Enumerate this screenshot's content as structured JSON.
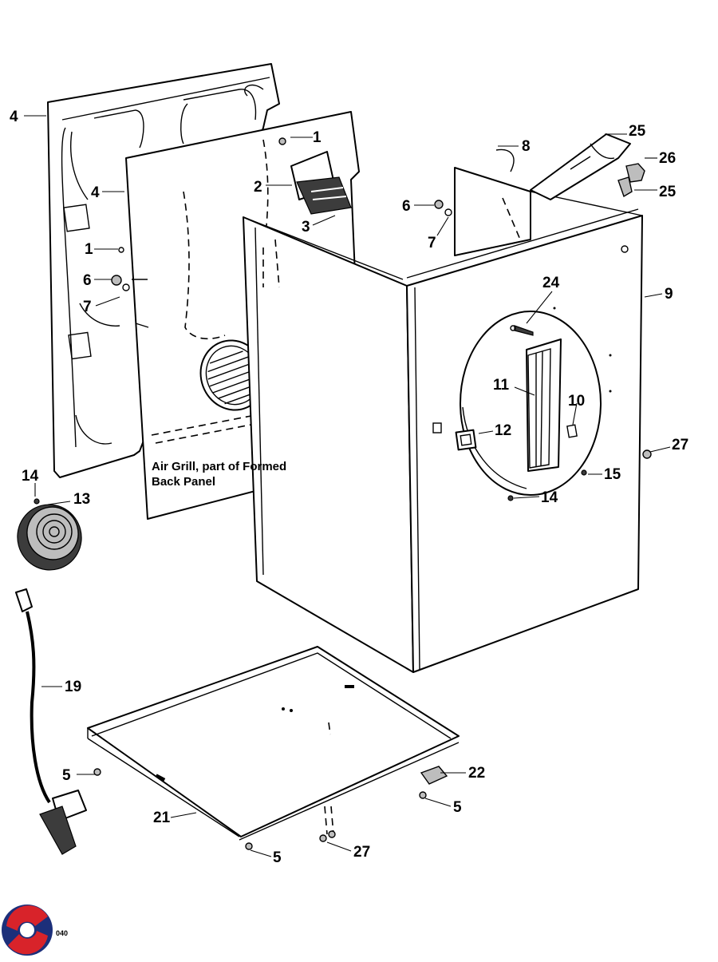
{
  "diagram": {
    "note_line1": "Air Grill, part  of Formed",
    "note_line2": "Back Panel",
    "footer_code": "040",
    "callouts": {
      "c4a": "4",
      "c4b": "4",
      "c1a": "1",
      "c1b": "1",
      "c2": "2",
      "c3": "3",
      "c6a": "6",
      "c7a": "7",
      "c6b": "6",
      "c7b": "7",
      "c8": "8",
      "c25a": "25",
      "c26": "26",
      "c25b": "25",
      "c9": "9",
      "c24": "24",
      "c11": "11",
      "c10": "10",
      "c12": "12",
      "c27a": "27",
      "c15": "15",
      "c14a": "14",
      "c14b": "14",
      "c13": "13",
      "c19": "19",
      "c22": "22",
      "c5a": "5",
      "c5b": "5",
      "c5c": "5",
      "c21": "21",
      "c27b": "27"
    }
  },
  "colors": {
    "line": "#000000",
    "logo_red": "#d8232a",
    "logo_blue": "#1c2f7a"
  }
}
